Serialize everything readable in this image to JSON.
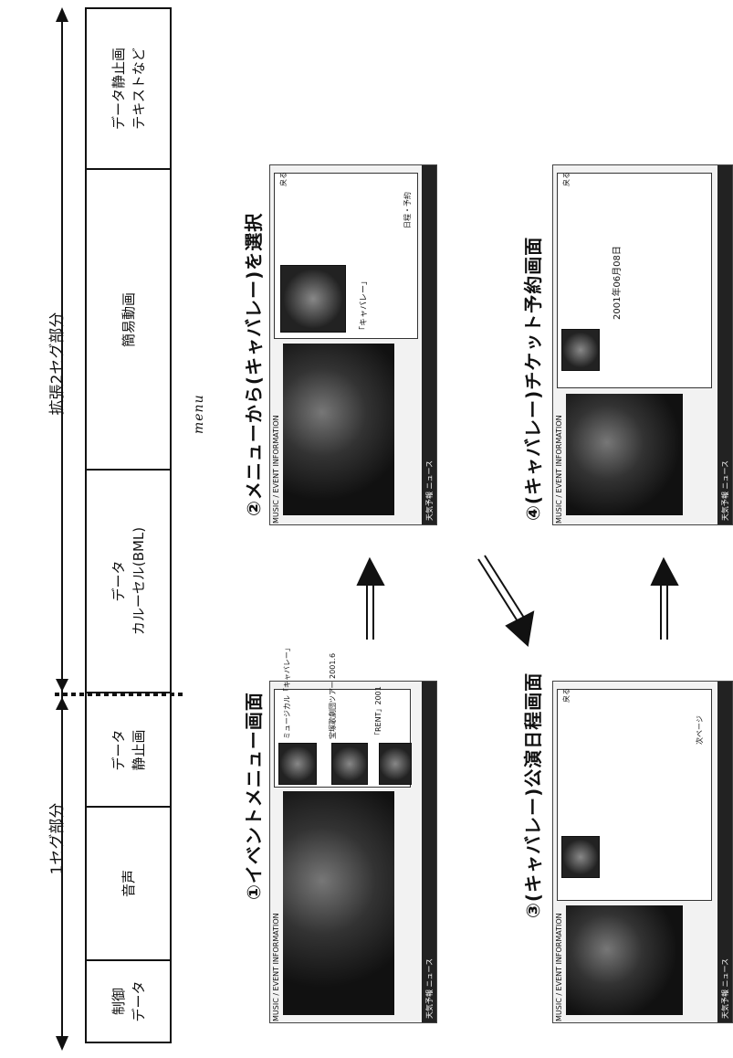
{
  "labels": {
    "seg1": "1セグ部分",
    "seg2": "拡張2セグ部分"
  },
  "cells": {
    "control_line1": "制御",
    "control_line2": "データ",
    "audio": "音声",
    "still_line1": "データ",
    "still_line2": "静止画",
    "carousel_line1": "データ",
    "carousel_line2": "カルーセル(BML)",
    "video": "簡易動画",
    "extra_line1": "データ静止画",
    "extra_line2": "テキストなど"
  },
  "captions": {
    "step1": "①イベントメニュー画面",
    "step2": "②メニューから(キャバレー)を選択",
    "step3": "③(キャバレー)公演日程画面",
    "step4": "④(キャバレー)チケット予約画面",
    "annotation": "menu"
  },
  "screens": {
    "header": "MUSIC / EVENT INFORMATION",
    "bottom_bar": "天気予報 ニュース",
    "back_label": "戻る",
    "menu_items": [
      "ミュージカル「キャバレー」",
      "宝塚歌劇団ツアー 2001.6",
      "「RENT」2001"
    ],
    "detail_title": "「キャバレー」",
    "detail_button": "日程・予約",
    "schedule_next": "次ページ",
    "reserve_date": "2001年06月08日"
  }
}
